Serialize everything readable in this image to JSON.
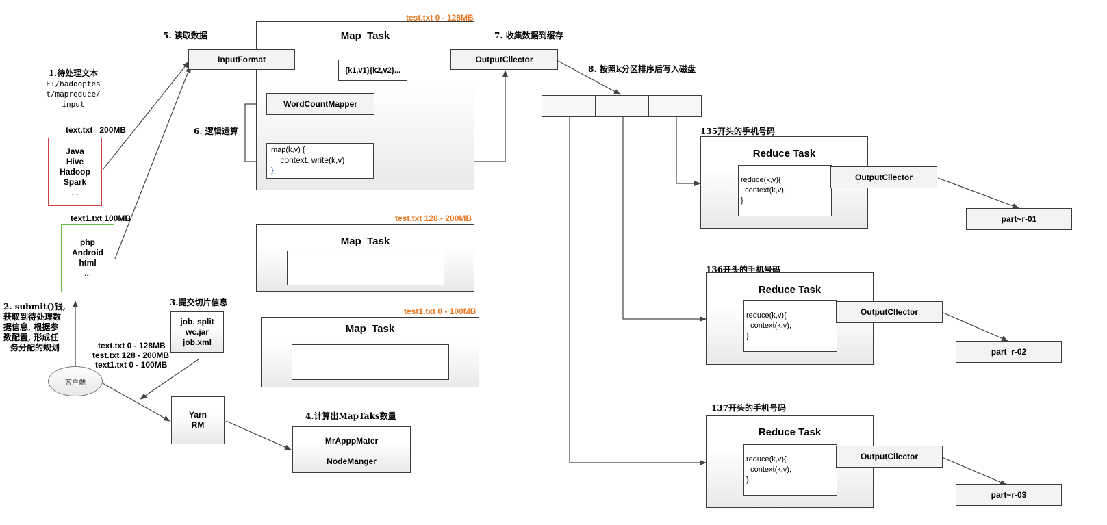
{
  "steps": {
    "s1_title": "1.待处理文本",
    "s1_path": [
      "E:/hadooptes",
      "t/mapreduce/",
      "input"
    ],
    "s2_lines": [
      "2. submit()钱,",
      "获取到待处理数",
      "据信息, 根据参",
      "数配置, 形成任",
      "务分配的规划"
    ],
    "s3": "3.提交切片信息",
    "s4": "4.计算出MapTaks数量",
    "s5": "5. 读取数据",
    "s6": "6. 逻辑运算",
    "s7": "7. 收集数据到缓存",
    "s8": "8. 按照k分区排序后写入磁盘"
  },
  "files": {
    "text_label": "text.txt   200MB",
    "text_items": [
      "Java",
      "Hive",
      "Hadoop",
      "Spark",
      "..."
    ],
    "text1_label": "text1.txt 100MB",
    "text1_items": [
      "php",
      "Android",
      "html",
      "..."
    ]
  },
  "splits": [
    "text.txt 0 - 128MB",
    "test.txt 128 - 200MB",
    "text1.txt 0 - 100MB"
  ],
  "job_files": [
    "job. split",
    "wc.jar",
    "job.xml"
  ],
  "client": "客户端",
  "yarn": [
    "Yarn",
    "RM"
  ],
  "am": [
    "MrApppMater",
    "NodeManger"
  ],
  "map_tasks": {
    "title": "Map  Task",
    "split_labels": [
      "test.txt 0 - 128MB",
      "test.txt 128 - 200MB",
      "test1.txt 0 - 100MB"
    ],
    "input_format": "InputFormat",
    "kv": "{k1,v1}{k2,v2}...",
    "mapper": "WordCountMapper",
    "output_collector": "OutputCllector",
    "map_code": [
      "map(k,v) {",
      "    context. write(k,v)",
      "}"
    ]
  },
  "reduce": {
    "title": "Reduce Task",
    "code": [
      "reduce(k,v){",
      "  context(k,v);",
      "}"
    ],
    "collector": "OutputCllector",
    "prefixes": [
      "135开头的手机号码",
      "136开头的手机号码",
      "137开头的手机号码"
    ],
    "parts": [
      "part~r-01",
      "part  r-02",
      "part~r-03"
    ]
  }
}
